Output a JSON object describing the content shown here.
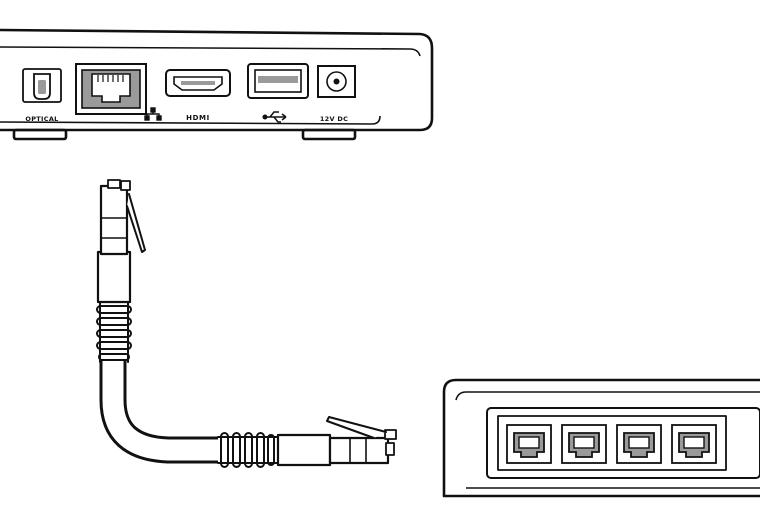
{
  "set_top_box": {
    "ports": {
      "optical": "OPTICAL",
      "ethernet": "",
      "hdmi": "HDMI",
      "usb": "",
      "power": "12V DC"
    }
  },
  "colors": {
    "line": "#111111",
    "background": "#ffffff",
    "port_gray": "#9a9a9a"
  }
}
